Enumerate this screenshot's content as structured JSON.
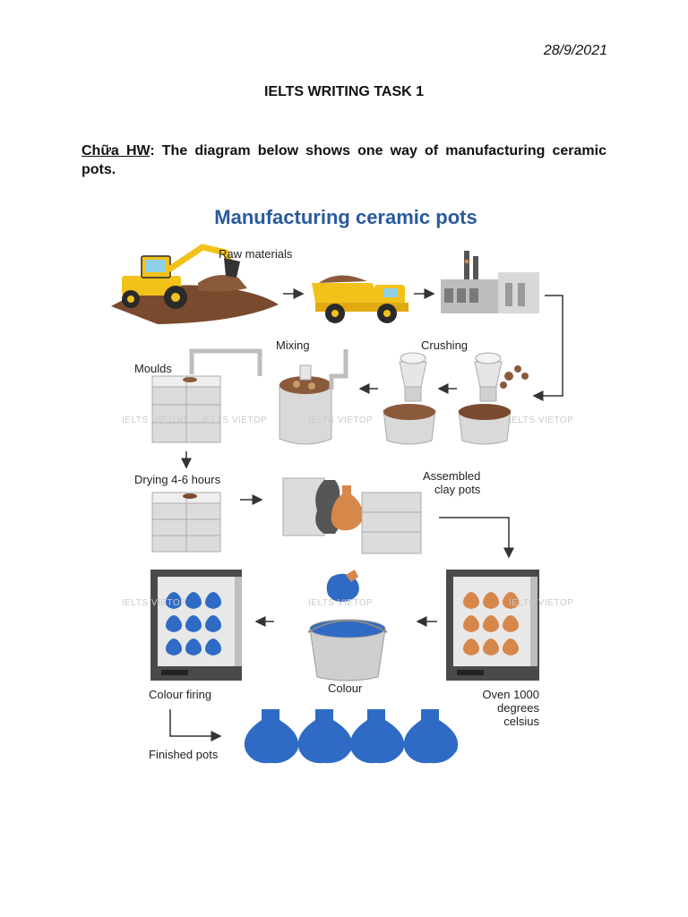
{
  "page": {
    "date": "28/9/2021",
    "heading": "IELTS WRITING TASK 1",
    "prompt_tag": "Chữa HW",
    "prompt_text": ": The diagram below shows one way of manufacturing ceramic pots."
  },
  "diagram": {
    "title": "Manufacturing ceramic pots",
    "labels": {
      "raw_materials": "Raw materials",
      "mixing": "Mixing",
      "crushing": "Crushing",
      "moulds": "Moulds",
      "drying": "Drying 4-6 hours",
      "assembled_line1": "Assembled",
      "assembled_line2": "clay pots",
      "colour_firing": "Colour firing",
      "colour": "Colour",
      "oven_line1": "Oven 1000",
      "oven_line2": "degrees",
      "oven_line3": "celsius",
      "finished": "Finished pots"
    },
    "watermark": "IELTS VIETOP",
    "colors": {
      "title_blue": "#2a5a9c",
      "pot_blue": "#2f6bc4",
      "clay_orange": "#d6874a",
      "excavator_yellow": "#f2c21b",
      "soil_brown": "#7a4a2e"
    }
  }
}
